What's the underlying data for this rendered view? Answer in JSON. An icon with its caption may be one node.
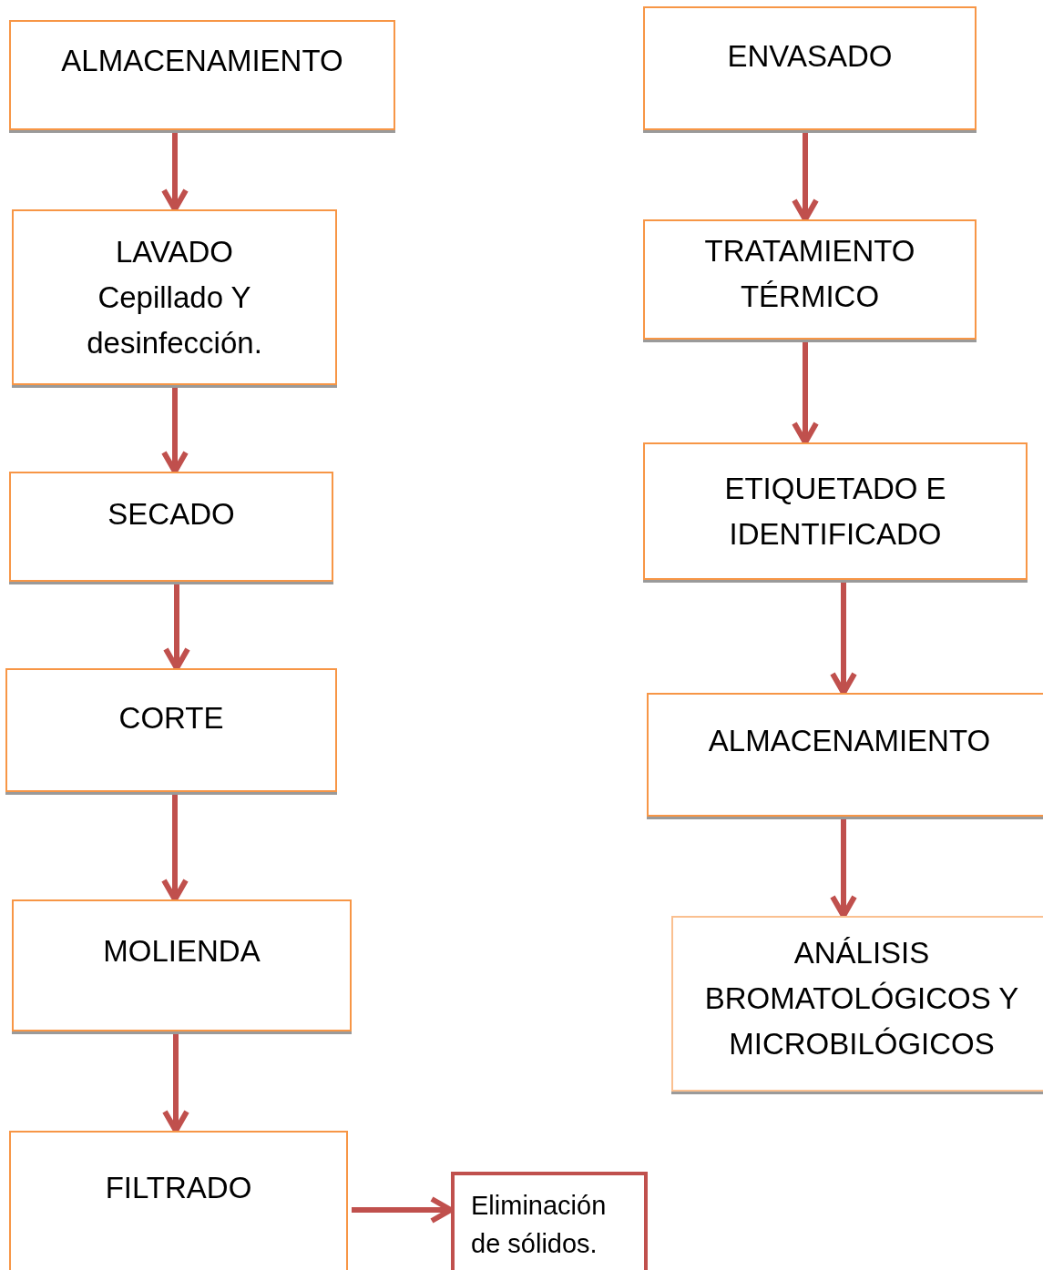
{
  "diagram": {
    "nodes": [
      {
        "text": [
          "ALMACENAMIENTO"
        ]
      },
      {
        "text": [
          "LAVADO Cepillado Y desinfección."
        ]
      },
      {
        "text": [
          "SECADO"
        ]
      },
      {
        "text": [
          "CORTE"
        ]
      },
      {
        "text": [
          "MOLIENDA"
        ]
      },
      {
        "text": [
          "FILTRADO"
        ]
      },
      {
        "text": [
          "Eliminación de sólidos."
        ]
      },
      {
        "text": [
          "ENVASADO"
        ]
      },
      {
        "text": [
          "TRATAMIENTO TÉRMICO"
        ]
      },
      {
        "text": [
          "ETIQUETADO E IDENTIFICADO"
        ]
      },
      {
        "text": [
          "ALMACENAMIENTO"
        ]
      },
      {
        "text": [
          "ANÁLISIS BROMATOLÓGICOS Y MICROBILÓGICOS"
        ]
      }
    ],
    "edges": [
      {
        "from": 0,
        "to": 1,
        "arrow": "to"
      },
      {
        "from": 1,
        "to": 2,
        "arrow": "to"
      },
      {
        "from": 2,
        "to": 3,
        "arrow": "to"
      },
      {
        "from": 3,
        "to": 4,
        "arrow": "to"
      },
      {
        "from": 4,
        "to": 5,
        "arrow": "to"
      },
      {
        "from": 5,
        "to": 6,
        "arrow": "to"
      },
      {
        "from": 7,
        "to": 8,
        "arrow": "to"
      },
      {
        "from": 8,
        "to": 9,
        "arrow": "to"
      },
      {
        "from": 9,
        "to": 10,
        "arrow": "to"
      },
      {
        "from": 10,
        "to": 11,
        "arrow": "to"
      }
    ]
  }
}
